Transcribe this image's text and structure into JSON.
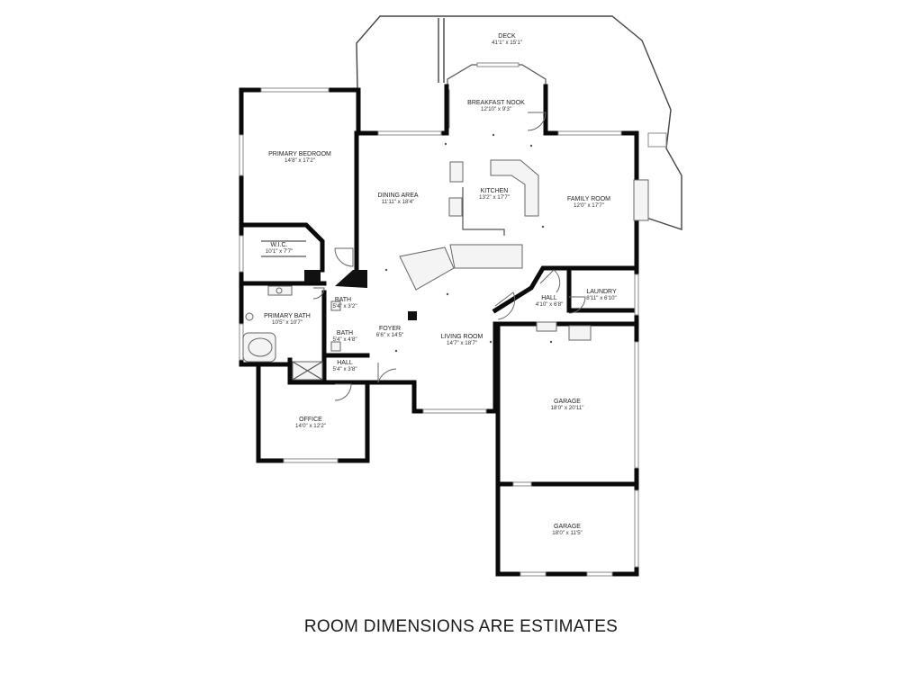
{
  "footer_note": "ROOM DIMENSIONS ARE ESTIMATES",
  "rooms": [
    {
      "key": "deck",
      "name": "DECK",
      "dims": "41'1\" x 15'1\""
    },
    {
      "key": "breakfast",
      "name": "BREAKFAST NOOK",
      "dims": "12'10\" x 9'3\""
    },
    {
      "key": "primary_bedroom",
      "name": "PRIMARY BEDROOM",
      "dims": "14'8\" x 17'2\""
    },
    {
      "key": "dining",
      "name": "DINING AREA",
      "dims": "11'11\" x 18'4\""
    },
    {
      "key": "kitchen",
      "name": "KITCHEN",
      "dims": "13'2\" x 17'7\""
    },
    {
      "key": "family",
      "name": "FAMILY ROOM",
      "dims": "12'0\" x 17'7\""
    },
    {
      "key": "wic",
      "name": "W.I.C.",
      "dims": "10'1\" x 7'7\""
    },
    {
      "key": "bath1",
      "name": "BATH",
      "dims": "5'4\" x 3'2\""
    },
    {
      "key": "primary_bath",
      "name": "PRIMARY BATH",
      "dims": "10'5\" x 10'7\""
    },
    {
      "key": "bath2",
      "name": "BATH",
      "dims": "5'4\" x 4'8\""
    },
    {
      "key": "foyer",
      "name": "FOYER",
      "dims": "6'6\" x 14'5\""
    },
    {
      "key": "living",
      "name": "LIVING ROOM",
      "dims": "14'7\" x 18'7\""
    },
    {
      "key": "hall_small",
      "name": "HALL",
      "dims": "4'10\" x 6'8\""
    },
    {
      "key": "laundry",
      "name": "LAUNDRY",
      "dims": "8'11\" x 6'10\""
    },
    {
      "key": "hall",
      "name": "HALL",
      "dims": "5'4\" x 3'8\""
    },
    {
      "key": "office",
      "name": "OFFICE",
      "dims": "14'0\" x 12'2\""
    },
    {
      "key": "garage1",
      "name": "GARAGE",
      "dims": "18'0\" x 20'11\""
    },
    {
      "key": "garage2",
      "name": "GARAGE",
      "dims": "18'0\" x 11'5\""
    }
  ]
}
